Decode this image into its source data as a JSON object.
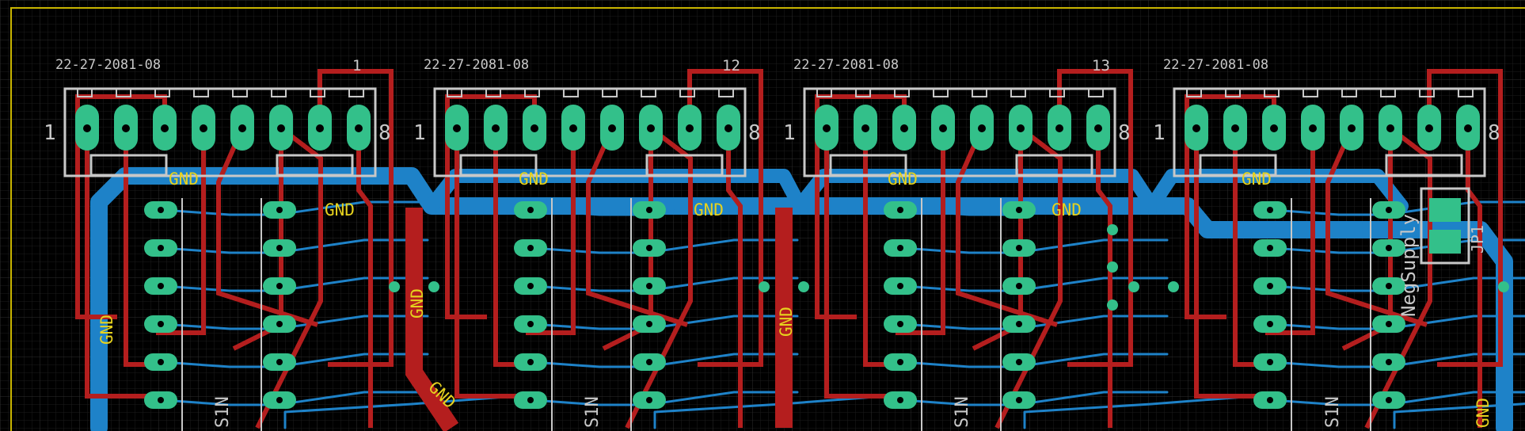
{
  "app": {
    "type": "pcb-layout-editor"
  },
  "colors": {
    "background": "#000000",
    "grid_fine": "#1a1a1a",
    "grid_major": "#2c2c2c",
    "board_outline": "#c8b400",
    "top_copper": "#b41e1e",
    "bottom_copper": "#1e82c8",
    "pad": "#33c08a",
    "silkscreen": "#c8c8c8",
    "net_label": "#e6d21e"
  },
  "connectors": [
    {
      "name": "22-27-2081-08",
      "ref": "1",
      "pin_first": "1",
      "pin_last": "8"
    },
    {
      "name": "22-27-2081-08",
      "ref": "12",
      "pin_first": "1",
      "pin_last": "8"
    },
    {
      "name": "22-27-2081-08",
      "ref": "13",
      "pin_first": "1",
      "pin_last": "8"
    },
    {
      "name": "22-27-2081-08",
      "ref": "",
      "pin_first": "1",
      "pin_last": "8"
    }
  ],
  "net_labels": {
    "gnd": "GND",
    "neg_supply": "NegSupply"
  },
  "part_labels": {
    "chip": "S1N",
    "jp": "JP1"
  }
}
